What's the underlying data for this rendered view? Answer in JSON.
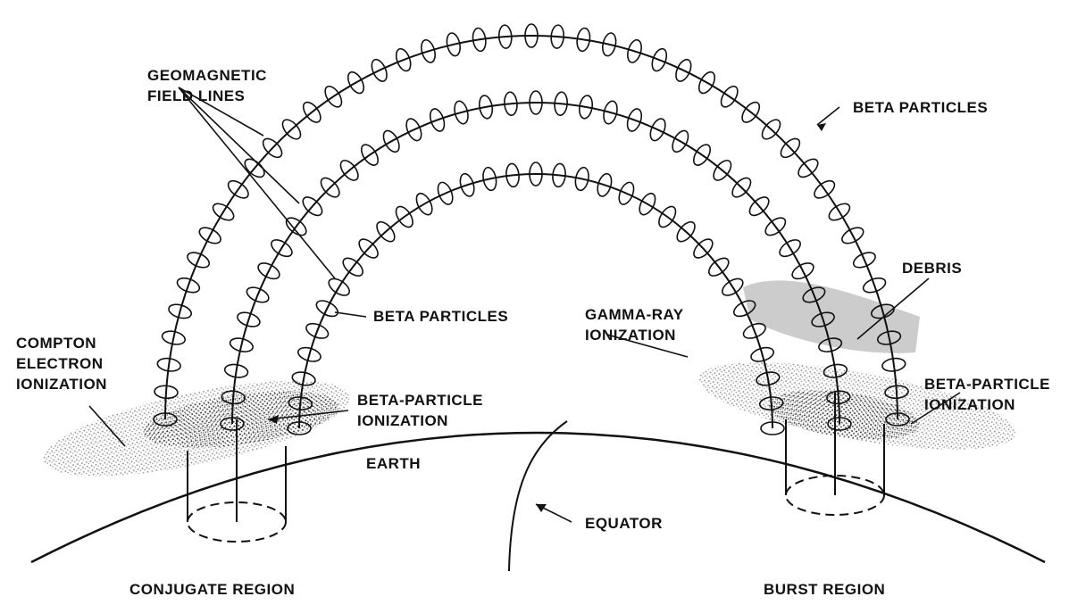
{
  "labels": {
    "geomagnetic_line1": "GEOMAGNETIC",
    "geomagnetic_line2": "FIELD LINES",
    "beta_particles_top": "BETA PARTICLES",
    "beta_particles_inner": "BETA PARTICLES",
    "compton_line1": "COMPTON",
    "compton_line2": "ELECTRON",
    "compton_line3": "IONIZATION",
    "beta_ion_left_line1": "BETA-PARTICLE",
    "beta_ion_left_line2": "IONIZATION",
    "beta_ion_right_line1": "BETA-PARTICLE",
    "beta_ion_right_line2": "IONIZATION",
    "gamma_line1": "GAMMA-RAY",
    "gamma_line2": "IONIZATION",
    "debris": "DEBRIS",
    "earth": "EARTH",
    "equator": "EQUATOR",
    "conjugate_region": "CONJUGATE REGION",
    "burst_region": "BURST REGION"
  }
}
